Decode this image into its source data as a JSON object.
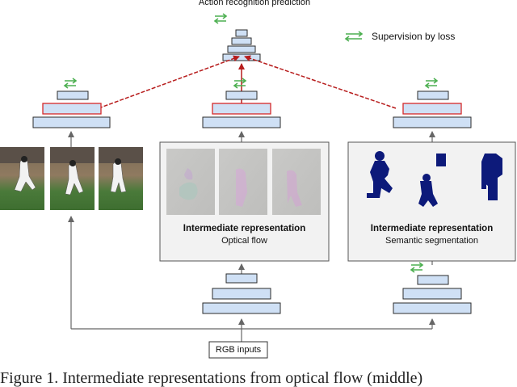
{
  "diagram": {
    "title": "Action recognition prediction",
    "legend": {
      "label": "Supervision by loss",
      "icon": "double-arrow-icon",
      "arrow_color": "#4caf50"
    },
    "boxes": {
      "optical_flow": {
        "title": "Intermediate representation",
        "subtitle": "Optical flow"
      },
      "segmentation": {
        "title": "Intermediate representation",
        "subtitle": "Semantic segmentation"
      }
    },
    "input_label": "RGB inputs",
    "colors": {
      "layer_fill": "#cfe0f5",
      "layer_stroke": "#2b2b2b",
      "highlight_stroke": "#d62828",
      "fusion_arrow": "#b71c1c",
      "box_fill": "#f2f2f2",
      "silhouette": "#0d1a7a"
    }
  },
  "caption": "Figure 1.  Intermediate representations from optical flow (middle)"
}
